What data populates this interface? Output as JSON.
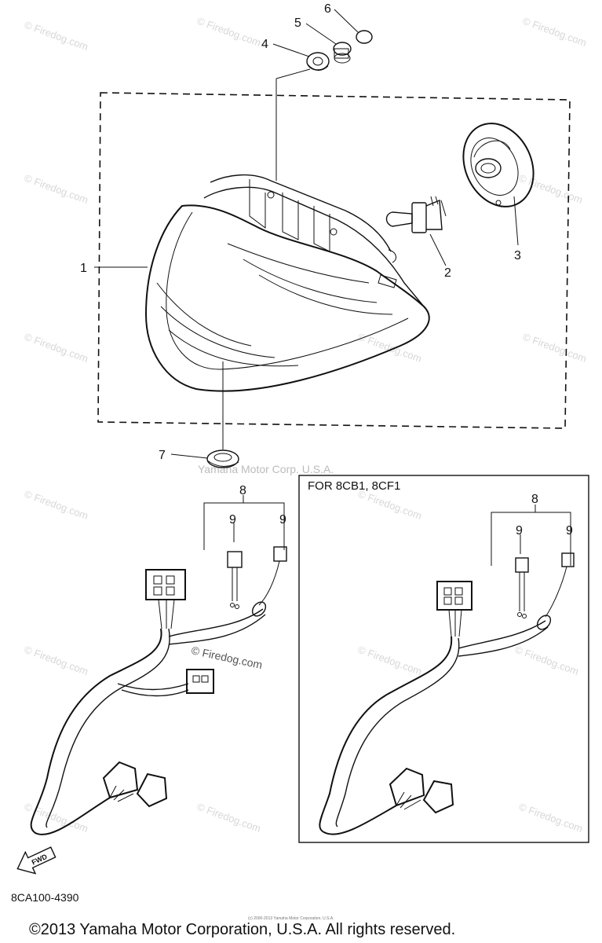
{
  "diagram": {
    "callouts": [
      "1",
      "2",
      "3",
      "4",
      "5",
      "6",
      "7",
      "8",
      "9",
      "9"
    ],
    "inset_callouts": [
      "8",
      "9",
      "9"
    ],
    "inset_title": "FOR 8CB1, 8CF1",
    "fwd_label": "FWD",
    "part_code": "8CA100-4390",
    "copyright": "©2013 Yamaha Motor Corporation, U.S.A. All rights reserved.",
    "fine_print": "(c) 2000-2013 Yamaha Motor Corporation, U.S.A.",
    "watermark_center": "Yamaha Motor Corp. U.S.A.",
    "watermark_mid": "© Firedog.com",
    "watermark_small": "© Firedog.com"
  }
}
